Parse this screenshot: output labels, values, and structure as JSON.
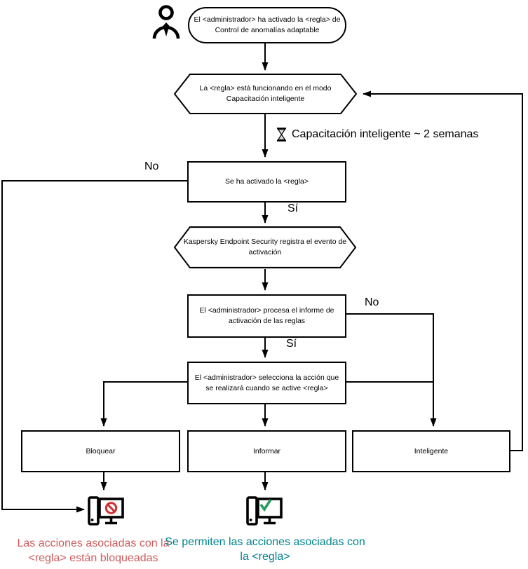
{
  "nodes": {
    "start": "El <administrador> ha activado la <regla> de Control de anomalías adaptable",
    "training_mode": "La <regla> está funcionando en el modo Capacitación inteligente",
    "rule_triggered": "Se ha activado la <regla>",
    "event_registered": "Kaspersky Endpoint Security registra el evento de activación",
    "report_processed": "El <administrador> procesa el informe de activación de las reglas",
    "action_selected": "El <administrador> selecciona la acción que se realizará cuando se active <regla>",
    "action_block": "Bloquear",
    "action_inform": "Informar",
    "action_smart": "Inteligente"
  },
  "edge_labels": {
    "training_duration": "Capacitación inteligente ~ 2 semanas",
    "no_left": "No",
    "yes_triggered": "Sí",
    "no_right": "No",
    "yes_processed": "Sí"
  },
  "captions": {
    "blocked": "Las acciones asociadas con la <regla> están bloqueadas",
    "allowed": "Se permiten las acciones asociadas con la <regla>"
  },
  "icons": {
    "actor": "person-icon",
    "wait": "hourglass-icon",
    "blocked_result": "computer-blocked-icon",
    "allowed_result": "computer-allowed-icon"
  },
  "colors": {
    "line": "#000000",
    "blocked_text": "#CD5C5C",
    "allowed_text": "#00838F",
    "prohibition": "#D02F2F",
    "check": "#21A05D"
  }
}
